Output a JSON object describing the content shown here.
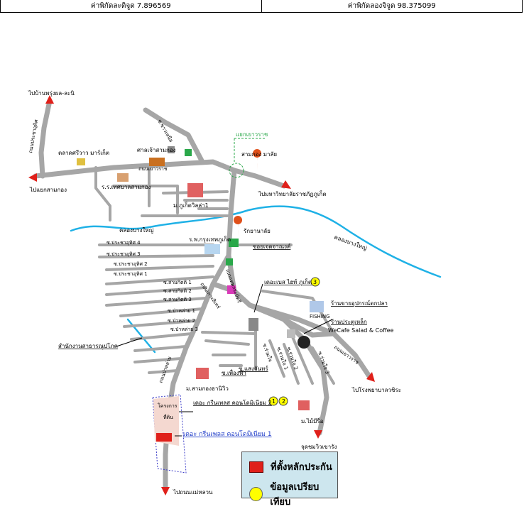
{
  "coordinates": {
    "latitude_label": "ค่าพิกัดละติจูด 7.896569",
    "longitude_label": "ค่าพิกัดลองจิจูด 98.375099"
  },
  "places": {
    "ban_pru": "ไปบ้านพรุ่งผล-ละนิ",
    "talad": "ตลาดศรีวาว มาร์เก็ต",
    "shrine": "ศาลเจ้าสามกอง",
    "to_samkong": "ไปแยกสามกอง",
    "school": "ร.ร.เทศบาลสามกอง",
    "moo_ban_villa": "ม.ภูเก็ตวิลล่า1",
    "yaek": "แยกเยาวราช",
    "samkong_mark": "สามกอง มาลัย",
    "to_university": "ไปมหาวิทยาลัยราชภัฏภูเก็ต",
    "canal_bang_yai": "คลองบางใหญ่",
    "canal_bang_yai_2": "คลองบางใหญ่",
    "rak_yan": "รักยานาลัย",
    "hospital": "ร.พ.กรุงเทพภูเก็ต",
    "soi_juree": "ซอยเจตจาณงค์",
    "soi_pracha_1": "ซ.ประชาอุทิศ 1",
    "soi_pracha_2": "ซ.ประชาอุทิศ 2",
    "soi_pracha_3": "ซ.ประชาอุทิศ 3",
    "soi_pracha_4": "ซ.ประชาอุทิศ 4",
    "soi_sam_1": "ซ.สามกิตติ 1",
    "soi_sam_2": "ซ.สามกิตติ 2",
    "soi_sam_3": "ซ.สามกิตติ 3",
    "soi_pa_1": "ซ.ป่าหล่าย 1",
    "soi_pa_2": "ซ.ป่าหล่าย 2",
    "soi_pa_3": "ซ.ป่าหล่าย 3",
    "comp3_name": "เดอะเบส ไฮท์ ภูเก็ต",
    "comp3_num": "3",
    "fishing_shop": "ร้านขายอุปกรณ์ตกปลา",
    "fishing_sign": "FISHING",
    "door_shop": "ร้านประตูเหล็ก",
    "wecafe": "WeCafe Salad & Coffee",
    "utility_office": "สำนักงานสาธารณูปโภค",
    "soi_ploi": "ซ.เพื่องฟ้า",
    "soi_sangchan": "ซ.แสงจันทร์",
    "moo_samkong": "ม.สามกองธานิวิว",
    "to_hospital_vachira": "ไปโรงพยาบาลวชิระ",
    "comp_greenplace2": "เดอะ กรีนเพลส คอนโดมิเนียม 2",
    "comp_num_1": "1",
    "comp_num_2": "2",
    "moo_mimi": "ม.ไม้มีรื่อ",
    "subject": "เดอะ กรีนเพลส คอนโดมิเนียม 1",
    "to_jui": "จุดชมวิวเขารัง",
    "to_mae_luan": "ไปถนนแม่หลวน",
    "road_thepkasattri": "ถนนเทพกระษัตรี",
    "road_yaowarat": "ถนนเยาวราช",
    "road_yaowarat_2": "ถนนเยาวราช",
    "road_north": "ถนนประชาอุทิศ",
    "road_kasem": "ถนนเกาะสิเหร่",
    "road_pa": "ถนนป่าหล่าย",
    "soi_n1": "ซ.ชาวเหนือ",
    "soi_r1": "ซ.ร่วมใจ",
    "soi_r2": "ซ.ร่วมใจ 1",
    "soi_r3": "ซ.ร่วมใจ 2",
    "soi_r4": "ซ.ร่วมใจ 3",
    "sub_plot_a": "โครงการ",
    "sub_plot_b": "ที่ดิน"
  },
  "legend": {
    "subject_label": "ที่ตั้งหลักประกัน",
    "compare_label": "ข้อมูลเปรียบเทียบ"
  },
  "colors": {
    "road": "#a6a6a6",
    "river": "#1fb1e6",
    "arrow": "#e0201a",
    "subject": "#e0201a",
    "compare": "#ffff00",
    "legend_bg": "#cde6ee"
  }
}
